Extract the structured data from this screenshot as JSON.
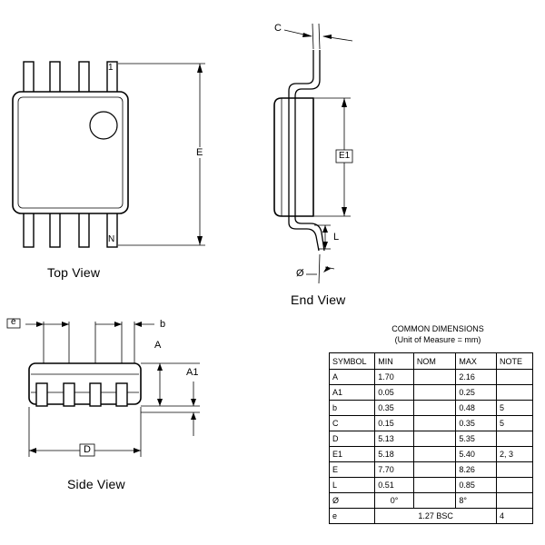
{
  "views": {
    "top": "Top View",
    "end": "End View",
    "side": "Side View"
  },
  "callouts": {
    "pin1": "1",
    "pinN": "N",
    "E": "E",
    "E1": "E1",
    "C": "C",
    "L": "L",
    "theta": "Ø",
    "e": "e",
    "b": "b",
    "A": "A",
    "A1": "A1",
    "D": "D"
  },
  "table": {
    "title": "COMMON DIMENSIONS",
    "subtitle": "(Unit of Measure = mm)",
    "headers": [
      "SYMBOL",
      "MIN",
      "NOM",
      "MAX",
      "NOTE"
    ],
    "rows": [
      [
        "A",
        "1.70",
        "",
        "2.16",
        ""
      ],
      [
        "A1",
        "0.05",
        "",
        "0.25",
        ""
      ],
      [
        "b",
        "0.35",
        "",
        "0.48",
        "5"
      ],
      [
        "C",
        "0.15",
        "",
        "0.35",
        "5"
      ],
      [
        "D",
        "5.13",
        "",
        "5.35",
        ""
      ],
      [
        "E1",
        "5.18",
        "",
        "5.40",
        "2, 3"
      ],
      [
        "E",
        "7.70",
        "",
        "8.26",
        ""
      ],
      [
        "L",
        "0.51",
        "",
        "0.85",
        ""
      ],
      [
        "Ø",
        "0°",
        "",
        "8°",
        ""
      ]
    ],
    "last_row": {
      "symbol": "e",
      "value": "1.27 BSC",
      "note": "4"
    }
  }
}
